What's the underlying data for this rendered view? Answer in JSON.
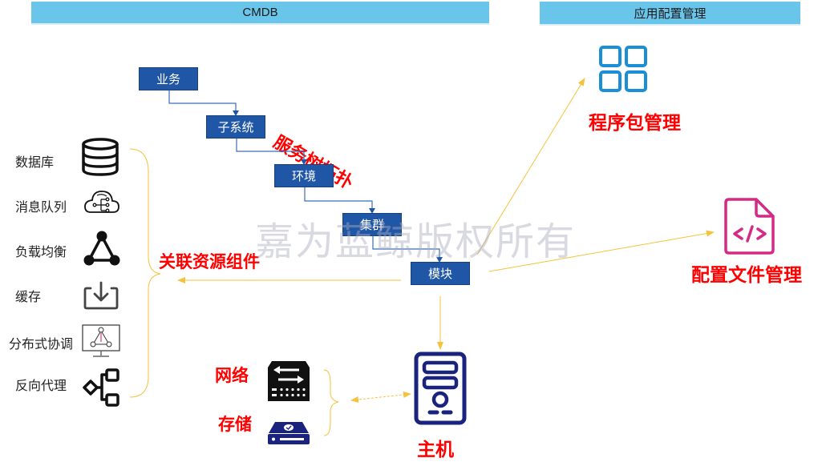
{
  "banners": {
    "cmdb": "CMDB",
    "app_config": "应用配置管理"
  },
  "service_tree": {
    "title": "服务树拓扑",
    "nodes": [
      "业务",
      "子系统",
      "环境",
      "集群",
      "模块"
    ]
  },
  "related_resources": {
    "title": "关联资源组件",
    "components": [
      {
        "label": "数据库",
        "icon": "database-icon"
      },
      {
        "label": "消息队列",
        "icon": "cloud-network-icon"
      },
      {
        "label": "负载均衡",
        "icon": "triangle-nodes-icon"
      },
      {
        "label": "缓存",
        "icon": "download-tray-icon"
      },
      {
        "label": "分布式协调",
        "icon": "monitor-triangle-icon"
      },
      {
        "label": "反向代理",
        "icon": "hierarchy-icon"
      }
    ]
  },
  "infrastructure": {
    "network": "网络",
    "storage": "存储",
    "host": "主机"
  },
  "app_config": {
    "package_mgmt": "程序包管理",
    "config_file_mgmt": "配置文件管理"
  },
  "watermark": "嘉为蓝鲸版权所有",
  "colors": {
    "banner": "#6ac5ea",
    "tree_node": "#1f56a5",
    "accent_red": "#ff0000",
    "connector_yellow": "#f5c23a",
    "package_icon": "#1a8fd6",
    "config_icon": "#d42a86",
    "host_icon": "#1a237e"
  }
}
